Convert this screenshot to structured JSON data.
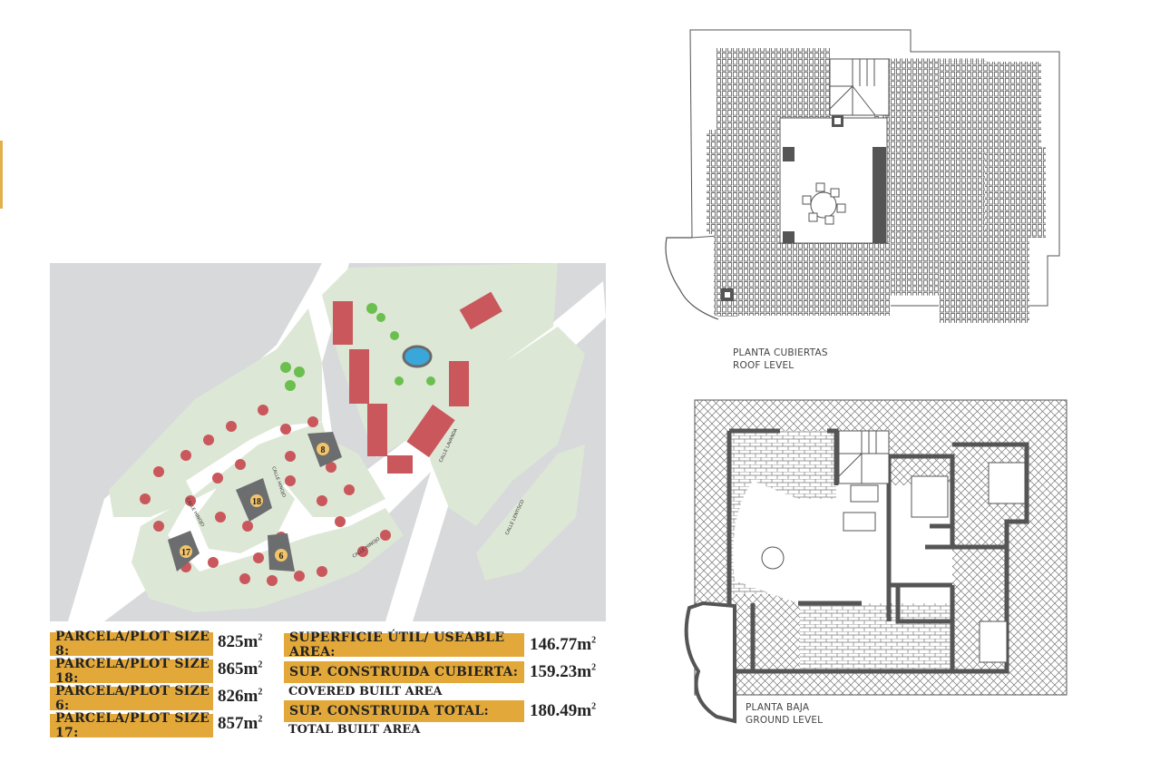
{
  "colors": {
    "accent_gold": "#e3a83a",
    "plot_green": "#dde7d6",
    "background_gray": "#d8d9db",
    "house_red": "#c9575c",
    "highlight_plot": "#6b6d6e",
    "plot_badge": "#f2c46a"
  },
  "site_plan": {
    "highlighted_plots": [
      "8",
      "18",
      "6",
      "17"
    ],
    "streets": [
      "CALLE LAVANDA",
      "CALLE LENTISCO",
      "CALLE HINOJO",
      "CALLE HINOJO",
      "CALLE HINOJO"
    ]
  },
  "plot_sizes": [
    {
      "label": "PARCELA/PLOT SIZE 8:",
      "value": "825m",
      "unit_sup": "2"
    },
    {
      "label": "PARCELA/PLOT SIZE 18:",
      "value": "865m",
      "unit_sup": "2"
    },
    {
      "label": "PARCELA/PLOT SIZE 6:",
      "value": "826m",
      "unit_sup": "2"
    },
    {
      "label": "PARCELA/PLOT SIZE 17:",
      "value": "857m",
      "unit_sup": "2"
    }
  ],
  "areas": [
    {
      "label": "SUPERFICIE ÚTIL/ USEABLE AREA:",
      "subtitle": "",
      "value": "146.77m",
      "unit_sup": "2"
    },
    {
      "label": "SUP. CONSTRUIDA CUBIERTA:",
      "subtitle": "COVERED BUILT AREA",
      "value": "159.23m",
      "unit_sup": "2"
    },
    {
      "label": "SUP. CONSTRUIDA TOTAL:",
      "subtitle": "TOTAL BUILT AREA",
      "value": "180.49m",
      "unit_sup": "2"
    }
  ],
  "roof_plan": {
    "title_es": "PLANTA CUBIERTAS",
    "title_en": "ROOF LEVEL"
  },
  "ground_plan": {
    "title_es": "PLANTA BAJA",
    "title_en": "GROUND LEVEL"
  }
}
